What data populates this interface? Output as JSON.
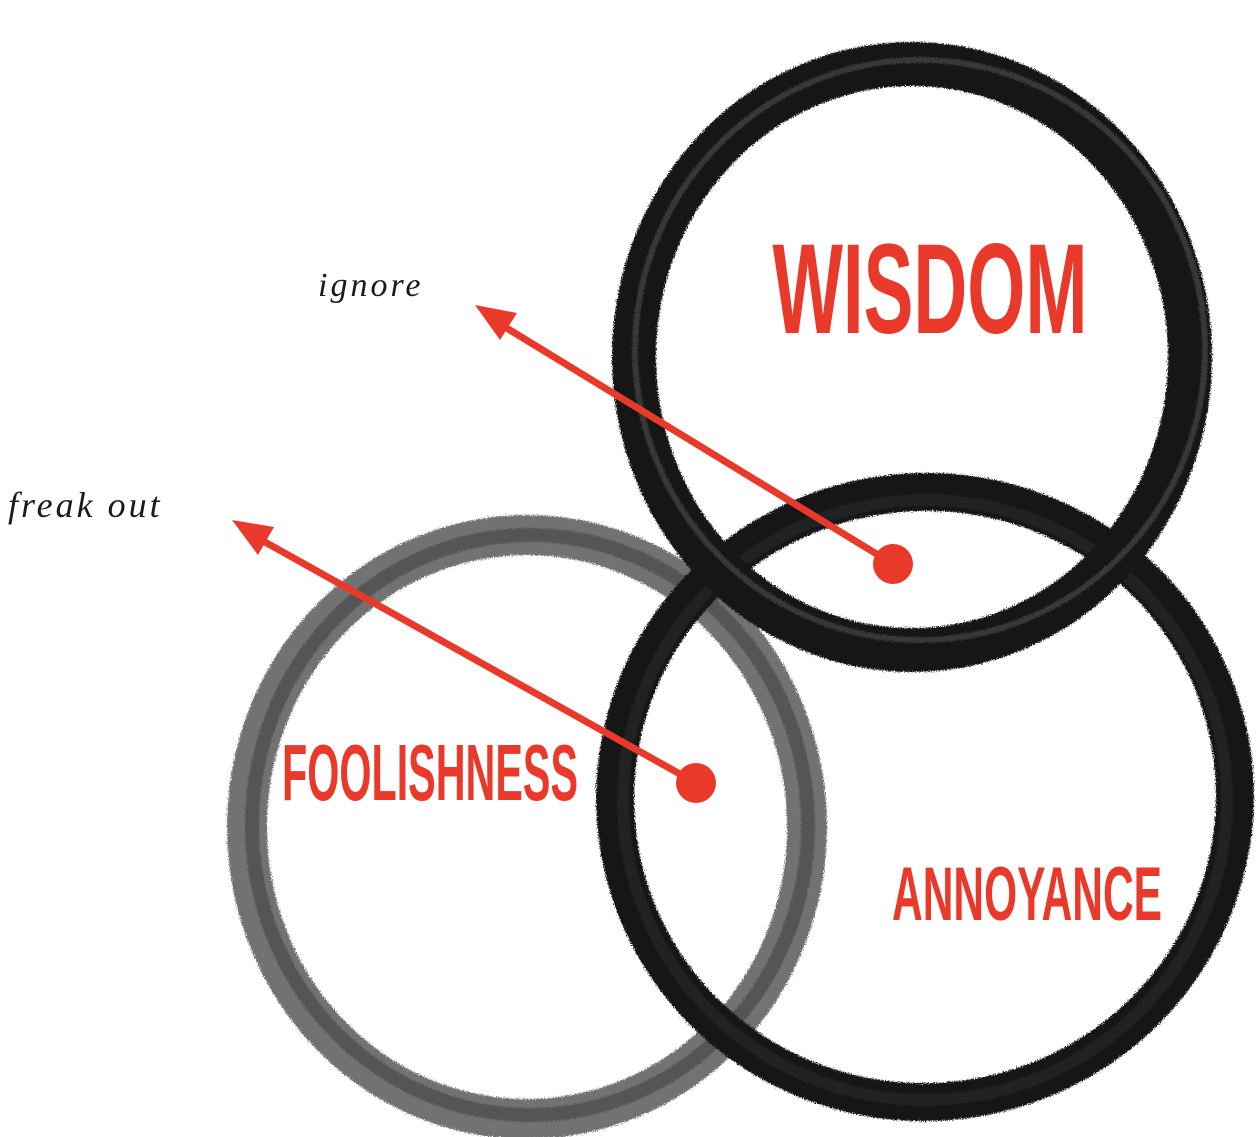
{
  "diagram": {
    "circles": {
      "wisdom": {
        "label": "WISDOM"
      },
      "foolishness": {
        "label": "FOOLISHNESS"
      },
      "annoyance": {
        "label": "ANNOYANCE"
      }
    },
    "arrows": {
      "ignore": {
        "label": "ignore"
      },
      "freak_out": {
        "label": "freak out"
      }
    }
  },
  "colors": {
    "background": "#ffffff",
    "label_red": "#e8392a",
    "arrow_red": "#e8392a",
    "ink_black": "#151515",
    "ink_gray": "#4a4a4a",
    "text_black": "#1a1a1a"
  }
}
